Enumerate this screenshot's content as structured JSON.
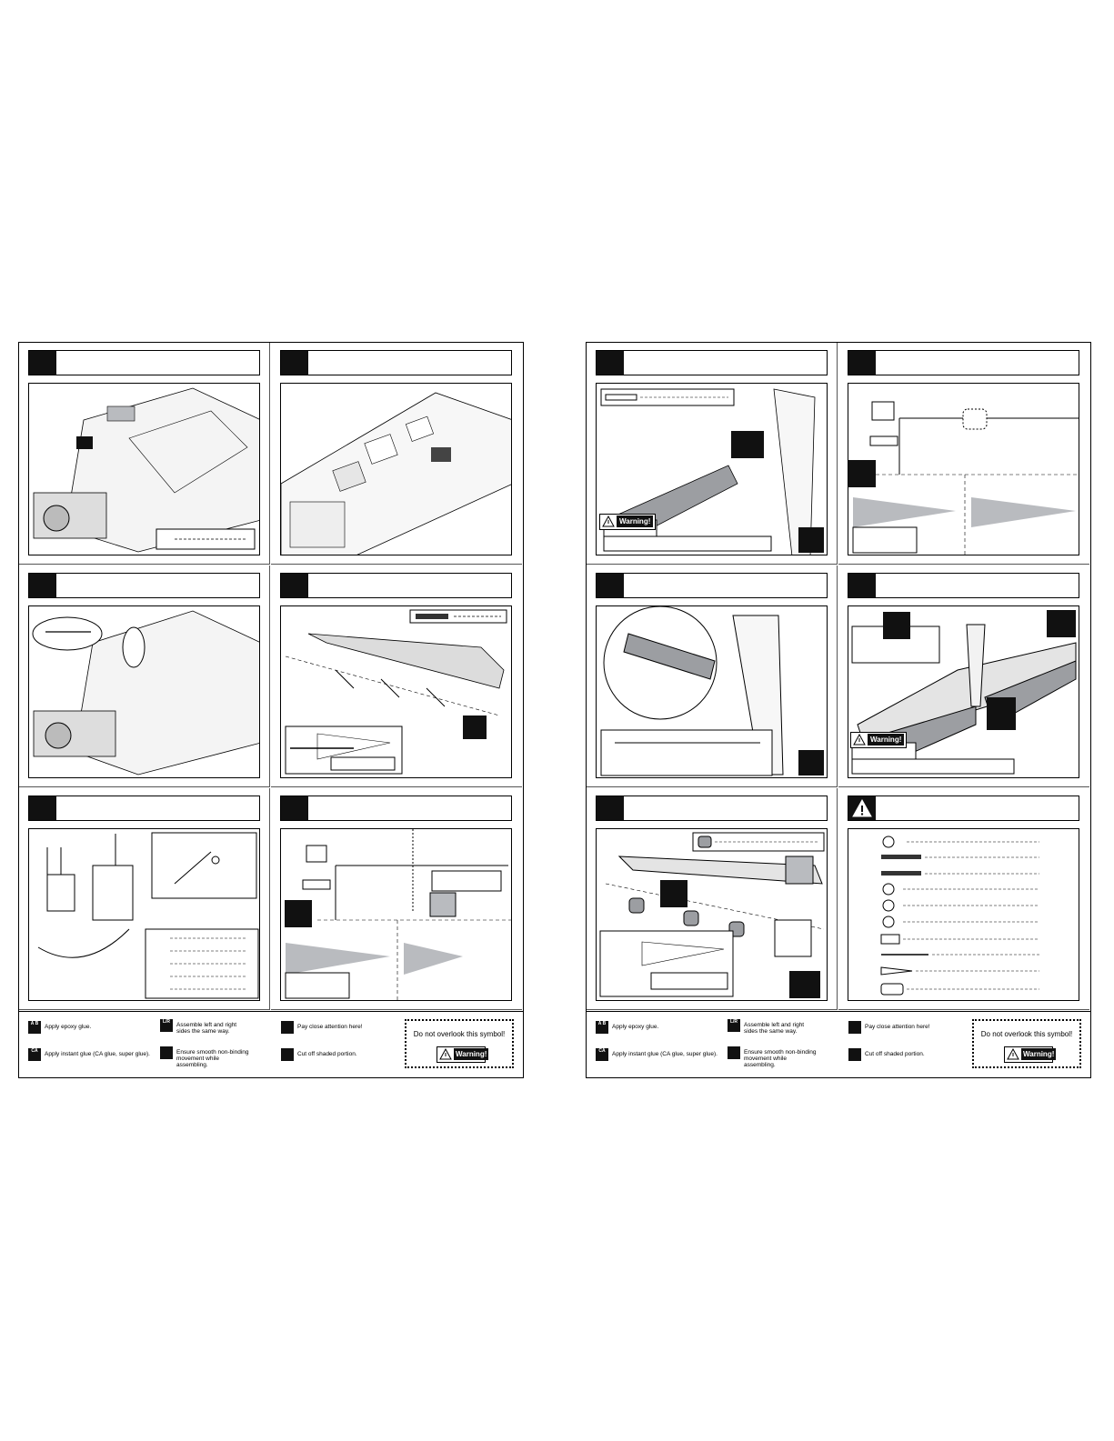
{
  "legend": {
    "epoxy": "Apply epoxy glue.",
    "lr": "Assemble left and right sides the same way.",
    "attention_left": "Pay close attention here!",
    "attention_right": "Pay close attention here!",
    "instant": "Apply instant glue (CA glue, super glue).",
    "smooth": "Ensure smooth non-binding movement while assembling.",
    "cut": "Cut off shaded portion.",
    "notice_left": "Do not overlook this symbol!",
    "notice_right": "Do not overlook this symbol!",
    "warning": "Warning!"
  },
  "symbols": {
    "ab": "A B",
    "ca": "CA",
    "lr": "L/R"
  },
  "colors": {
    "ink": "#000000",
    "shade": "#b9bbbf",
    "fill_dark": "#111111"
  },
  "icons": [
    "warning-triangle-icon",
    "pointing-hand-icon",
    "scissors-icon",
    "arrow-icon",
    "screw-icon"
  ]
}
